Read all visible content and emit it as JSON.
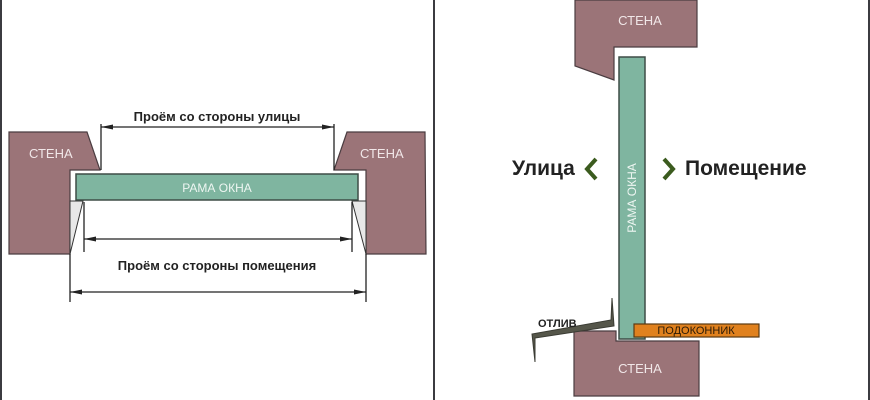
{
  "left_panel": {
    "wall_left_label": "СТЕНА",
    "wall_right_label": "СТЕНА",
    "frame_label": "РАМА ОКНА",
    "street_opening_label": "Проём со стороны улицы",
    "room_opening_label": "Проём со стороны помещения"
  },
  "right_panel": {
    "wall_top_label": "СТЕНА",
    "wall_bottom_label": "СТЕНА",
    "frame_label": "РАМА ОКНА",
    "street_label": "Улица",
    "room_label": "Помещение",
    "drip_label": "ОТЛИВ",
    "sill_label": "ПОДОКОННИК"
  },
  "colors": {
    "wall": "#9b7478",
    "frame": "#7fb5a0",
    "sill": "#e0811e",
    "chevron": "#3b5b1e"
  }
}
